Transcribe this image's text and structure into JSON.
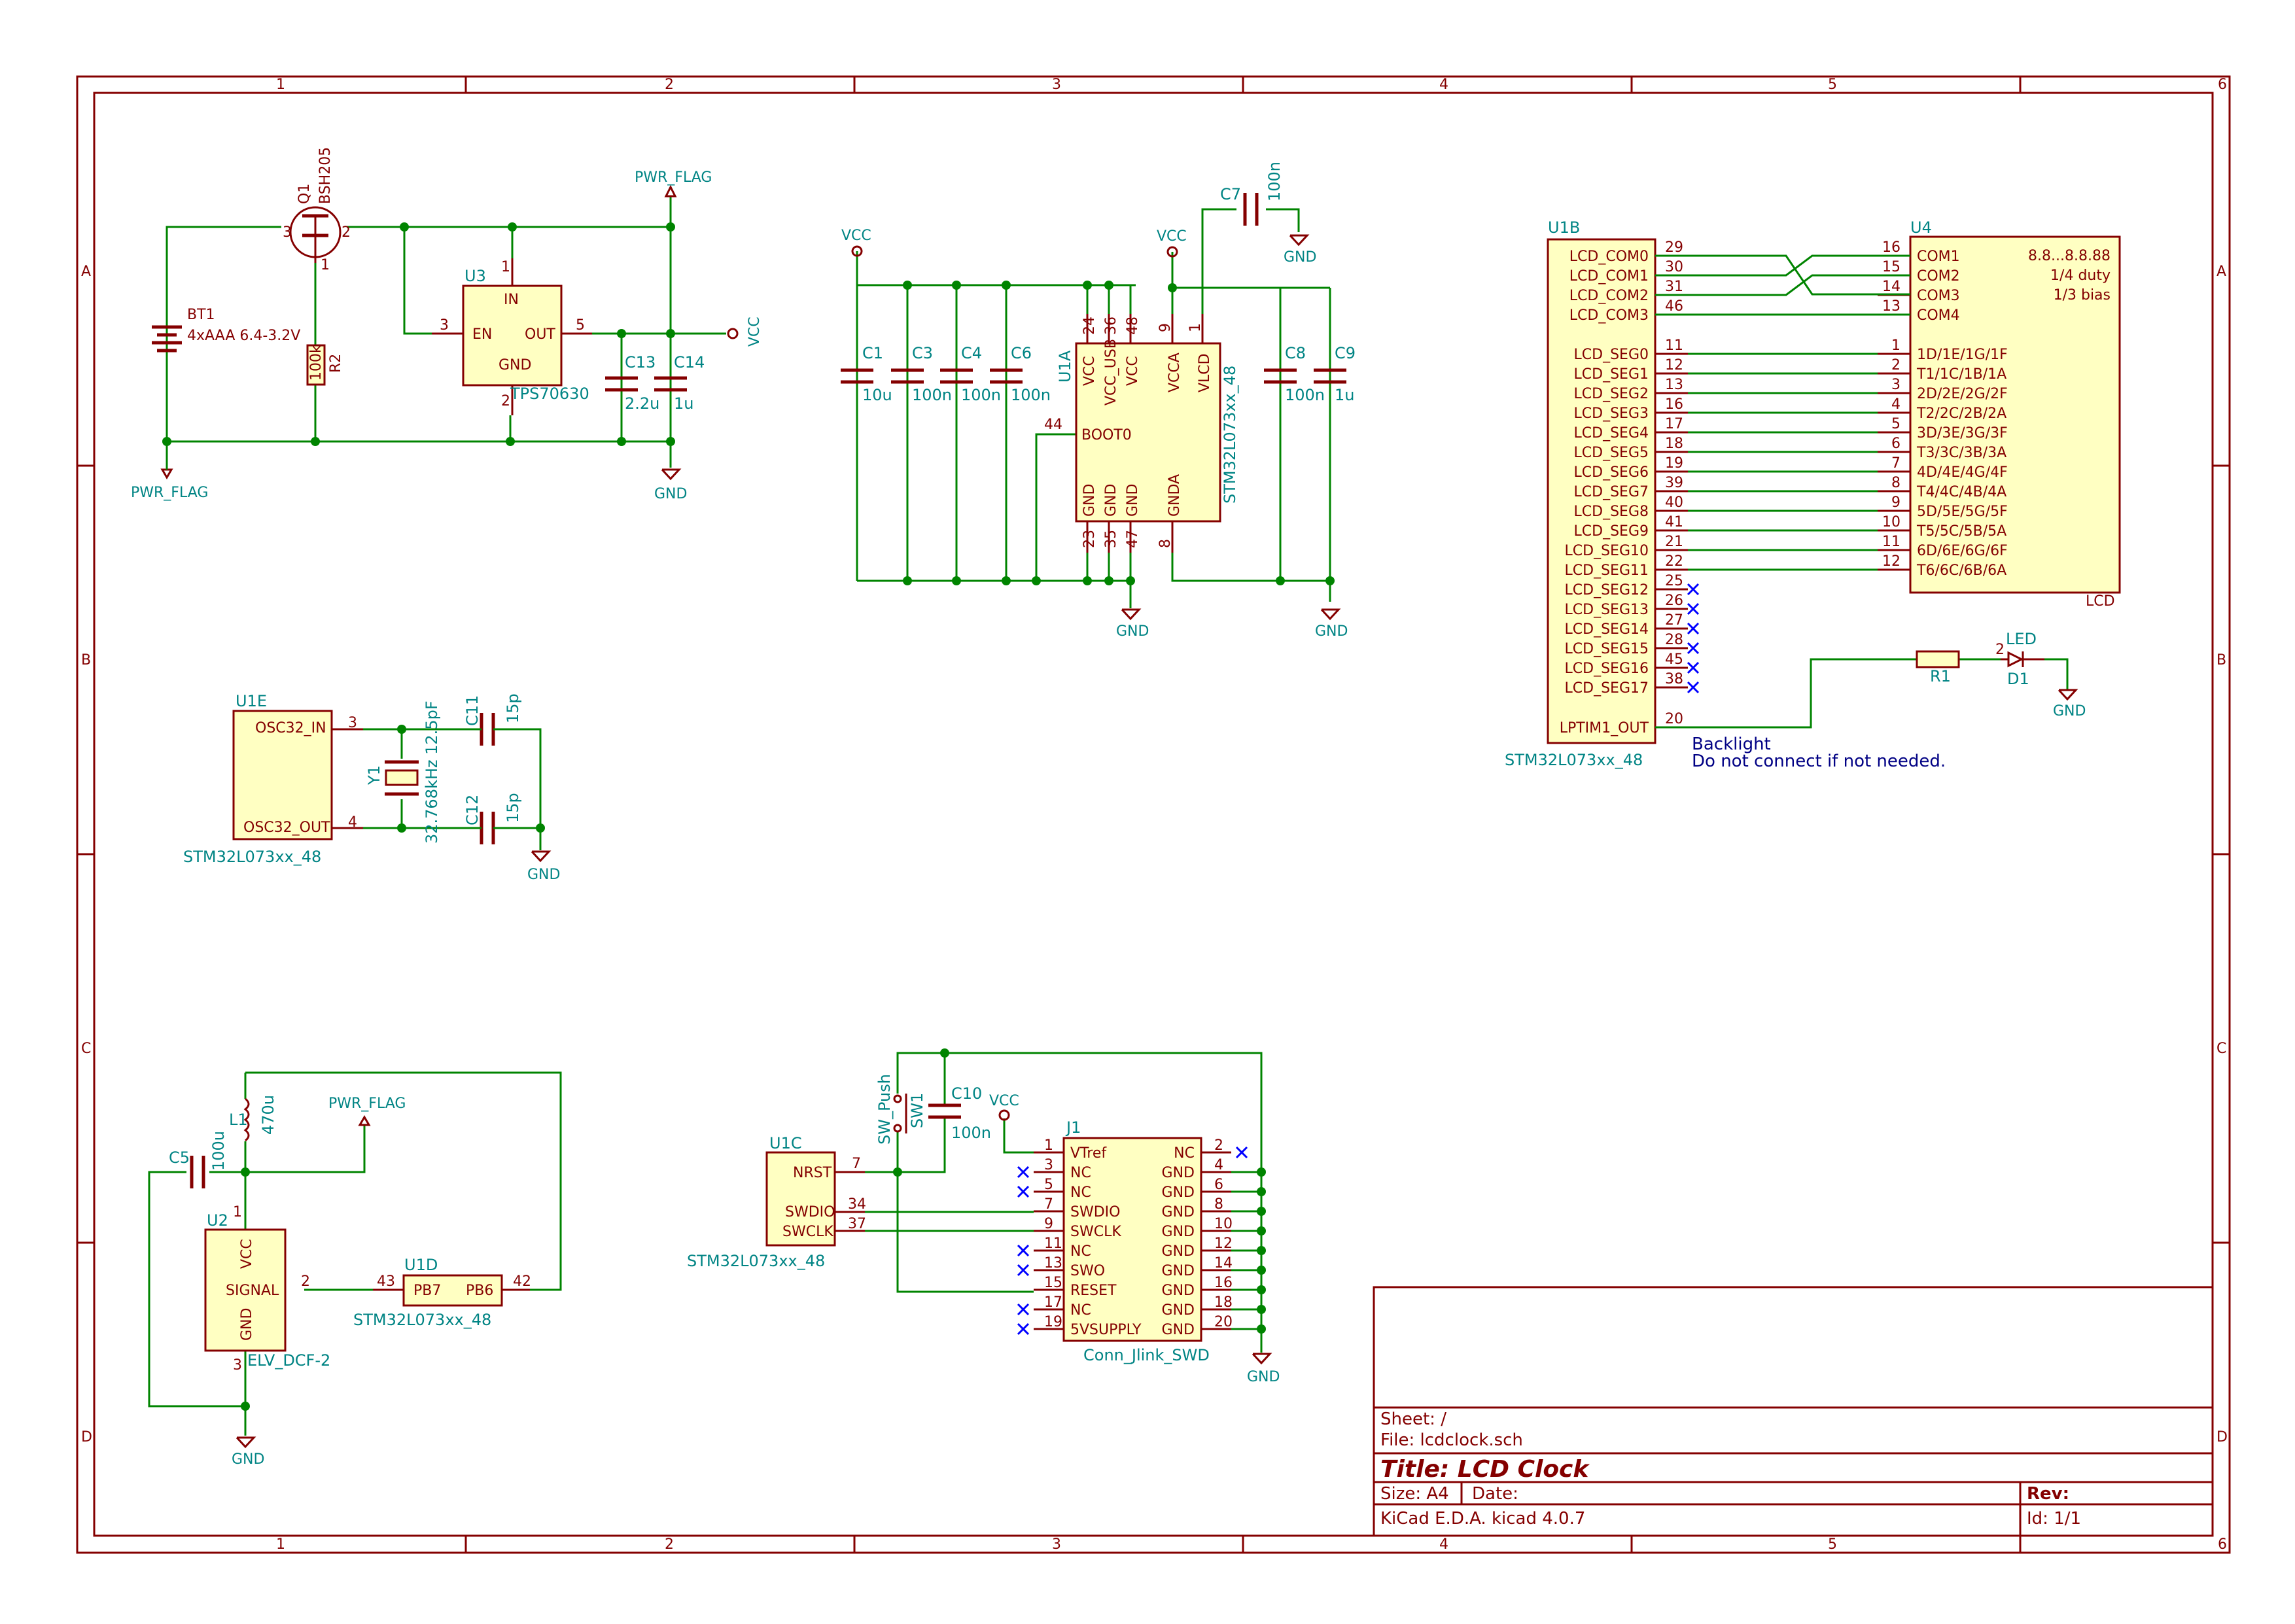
{
  "sheet_frame": {
    "cols": [
      "1",
      "2",
      "3",
      "4",
      "5",
      "6"
    ],
    "rows": [
      "A",
      "B",
      "C",
      "D"
    ]
  },
  "power_section": {
    "battery": {
      "ref": "BT1",
      "value": "4xAAA 6.4-3.2V"
    },
    "mosfet": {
      "ref": "Q1",
      "value": "BSH205",
      "pins": [
        "3",
        "2",
        "1"
      ]
    },
    "resistor": {
      "ref": "R2",
      "value": "100k"
    },
    "regulator": {
      "ref": "U3",
      "value": "TPS70630",
      "pin_names": [
        "IN",
        "EN",
        "OUT",
        "GND"
      ],
      "pin_numbers": [
        "1",
        "3",
        "5",
        "2"
      ]
    },
    "caps": [
      {
        "ref": "C13",
        "value": "2.2u"
      },
      {
        "ref": "C14",
        "value": "1u"
      }
    ],
    "labels": {
      "pwr_flag_top": "PWR_FLAG",
      "pwr_flag_bottom": "PWR_FLAG",
      "vcc": "VCC",
      "gnd": "GND"
    }
  },
  "mcu_power": {
    "unit": {
      "ref": "U1A",
      "value": "STM32L073xx_48"
    },
    "pin_names": [
      "VCC",
      "VCC_USB",
      "VCC",
      "VCCA",
      "VLCD",
      "BOOT0",
      "GND",
      "GND",
      "GND",
      "GNDA"
    ],
    "pin_numbers": [
      "24",
      "36",
      "48",
      "9",
      "1",
      "44",
      "23",
      "35",
      "47",
      "8"
    ],
    "decoupling": [
      {
        "ref": "C1",
        "value": "10u"
      },
      {
        "ref": "C3",
        "value": "100n"
      },
      {
        "ref": "C4",
        "value": "100n"
      },
      {
        "ref": "C6",
        "value": "100n"
      },
      {
        "ref": "C8",
        "value": "100n"
      },
      {
        "ref": "C9",
        "value": "1u"
      },
      {
        "ref": "C7",
        "value": "100n"
      }
    ],
    "labels": {
      "vcc_left": "VCC",
      "vcc_right": "VCC",
      "gnd_c7": "GND",
      "gnd_left": "GND",
      "gnd_right": "GND"
    }
  },
  "lcd_section": {
    "mcu_unit": {
      "ref": "U1B",
      "value": "STM32L073xx_48"
    },
    "mcu_pins": [
      {
        "name": "LCD_COM0",
        "num": "29"
      },
      {
        "name": "LCD_COM1",
        "num": "30"
      },
      {
        "name": "LCD_COM2",
        "num": "31"
      },
      {
        "name": "LCD_COM3",
        "num": "46"
      },
      {
        "name": "LCD_SEG0",
        "num": "11"
      },
      {
        "name": "LCD_SEG1",
        "num": "12"
      },
      {
        "name": "LCD_SEG2",
        "num": "13"
      },
      {
        "name": "LCD_SEG3",
        "num": "16"
      },
      {
        "name": "LCD_SEG4",
        "num": "17"
      },
      {
        "name": "LCD_SEG5",
        "num": "18"
      },
      {
        "name": "LCD_SEG6",
        "num": "19"
      },
      {
        "name": "LCD_SEG7",
        "num": "39"
      },
      {
        "name": "LCD_SEG8",
        "num": "40"
      },
      {
        "name": "LCD_SEG9",
        "num": "41"
      },
      {
        "name": "LCD_SEG10",
        "num": "21"
      },
      {
        "name": "LCD_SEG11",
        "num": "22"
      },
      {
        "name": "LCD_SEG12",
        "num": "25"
      },
      {
        "name": "LCD_SEG13",
        "num": "26"
      },
      {
        "name": "LCD_SEG14",
        "num": "27"
      },
      {
        "name": "LCD_SEG15",
        "num": "28"
      },
      {
        "name": "LCD_SEG16",
        "num": "45"
      },
      {
        "name": "LCD_SEG17",
        "num": "38"
      },
      {
        "name": "LPTIM1_OUT",
        "num": "20"
      }
    ],
    "lcd": {
      "ref": "U4",
      "value": "LCD",
      "info": [
        "8.8...8.8.88",
        "1/4 duty",
        "1/3 bias"
      ],
      "pins": [
        {
          "name": "COM1",
          "num": "16"
        },
        {
          "name": "COM2",
          "num": "15"
        },
        {
          "name": "COM3",
          "num": "14"
        },
        {
          "name": "COM4",
          "num": "13"
        },
        {
          "name": "1D/1E/1G/1F",
          "num": "1"
        },
        {
          "name": "T1/1C/1B/1A",
          "num": "2"
        },
        {
          "name": "2D/2E/2G/2F",
          "num": "3"
        },
        {
          "name": "T2/2C/2B/2A",
          "num": "4"
        },
        {
          "name": "3D/3E/3G/3F",
          "num": "5"
        },
        {
          "name": "T3/3C/3B/3A",
          "num": "6"
        },
        {
          "name": "4D/4E/4G/4F",
          "num": "7"
        },
        {
          "name": "T4/4C/4B/4A",
          "num": "8"
        },
        {
          "name": "5D/5E/5G/5F",
          "num": "9"
        },
        {
          "name": "T5/5C/5B/5A",
          "num": "10"
        },
        {
          "name": "6D/6E/6G/6F",
          "num": "11"
        },
        {
          "name": "T6/6C/6B/6A",
          "num": "12"
        }
      ]
    },
    "backlight": {
      "resistor": "R1",
      "led_ref": "D1",
      "led_value": "LED",
      "led_pin": "2",
      "gnd": "GND",
      "note_line1": "Backlight",
      "note_line2": "Do not connect if not needed."
    }
  },
  "osc_section": {
    "unit": {
      "ref": "U1E",
      "value": "STM32L073xx_48"
    },
    "pins": [
      {
        "name": "OSC32_IN",
        "num": "3"
      },
      {
        "name": "OSC32_OUT",
        "num": "4"
      }
    ],
    "crystal": {
      "ref": "Y1",
      "value": "32.768kHz 12.5pF"
    },
    "caps": [
      {
        "ref": "C11",
        "value": "15p"
      },
      {
        "ref": "C12",
        "value": "15p"
      }
    ],
    "gnd": "GND"
  },
  "dcf_section": {
    "inductor": {
      "ref": "L1",
      "value": "470u"
    },
    "cap": {
      "ref": "C5",
      "value": "100u"
    },
    "module": {
      "ref": "U2",
      "value": "ELV_DCF-2",
      "pin_names": [
        "VCC",
        "SIGNAL",
        "GND"
      ],
      "pin_numbers": [
        "1",
        "2",
        "3"
      ]
    },
    "mcu_unit": {
      "ref": "U1D",
      "value": "STM32L073xx_48",
      "pins": [
        {
          "name": "PB7",
          "num": "43"
        },
        {
          "name": "PB6",
          "num": "42"
        }
      ]
    },
    "pwr_flag": "PWR_FLAG",
    "gnd": "GND"
  },
  "swd_section": {
    "mcu_unit": {
      "ref": "U1C",
      "value": "STM32L073xx_48",
      "pins": [
        {
          "name": "NRST",
          "num": "7"
        },
        {
          "name": "SWDIO",
          "num": "34"
        },
        {
          "name": "SWCLK",
          "num": "37"
        }
      ]
    },
    "switch": {
      "ref": "SW1",
      "value": "SW_Push"
    },
    "cap": {
      "ref": "C10",
      "value": "100n"
    },
    "vcc": "VCC",
    "gnd": "GND",
    "connector": {
      "ref": "J1",
      "value": "Conn_Jlink_SWD",
      "left": [
        {
          "name": "VTref",
          "num": "1"
        },
        {
          "name": "NC",
          "num": "3"
        },
        {
          "name": "NC",
          "num": "5"
        },
        {
          "name": "SWDIO",
          "num": "7"
        },
        {
          "name": "SWCLK",
          "num": "9"
        },
        {
          "name": "NC",
          "num": "11"
        },
        {
          "name": "SWO",
          "num": "13"
        },
        {
          "name": "RESET",
          "num": "15"
        },
        {
          "name": "NC",
          "num": "17"
        },
        {
          "name": "5VSUPPLY",
          "num": "19"
        }
      ],
      "right": [
        {
          "name": "NC",
          "num": "2"
        },
        {
          "name": "GND",
          "num": "4"
        },
        {
          "name": "GND",
          "num": "6"
        },
        {
          "name": "GND",
          "num": "8"
        },
        {
          "name": "GND",
          "num": "10"
        },
        {
          "name": "GND",
          "num": "12"
        },
        {
          "name": "GND",
          "num": "14"
        },
        {
          "name": "GND",
          "num": "16"
        },
        {
          "name": "GND",
          "num": "18"
        },
        {
          "name": "GND",
          "num": "20"
        }
      ]
    }
  },
  "title_block": {
    "sheet": "Sheet: /",
    "file": "File: lcdclock.sch",
    "title": "Title: LCD Clock",
    "size": "Size: A4",
    "date": "Date:",
    "rev": "Rev:",
    "tool": "KiCad E.D.A.  kicad 4.0.7",
    "id": "Id: 1/1"
  }
}
